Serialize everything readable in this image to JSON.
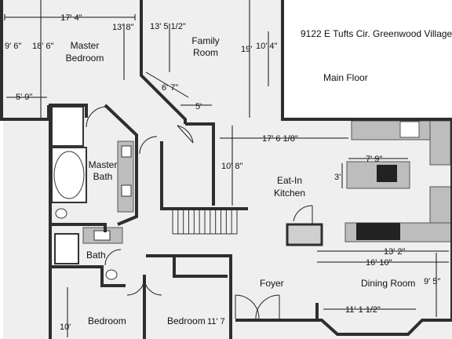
{
  "header": {
    "address": "9122 E Tufts Cir. Greenwood Village",
    "level": "Main Floor"
  },
  "rooms": {
    "master_bedroom": [
      "Master",
      "Bedroom"
    ],
    "family_room": [
      "Family",
      "Room"
    ],
    "master_bath": [
      "Master",
      "Bath"
    ],
    "eat_in_kitchen": [
      "Eat-In",
      "Kitchen"
    ],
    "bath": "Bath",
    "foyer": "Foyer",
    "dining_room": "Dining Room",
    "bedroom_1": "Bedroom",
    "bedroom_2": "Bedroom"
  },
  "dimensions": {
    "master_width": "17' 4\"",
    "master_height_a": "9' 6\"",
    "master_height_b": "18' 6\"",
    "master_closet": "13' 8\"",
    "master_lower": "5' 9\"",
    "family_width": "13' 5 1/2\"",
    "family_height_a": "19'",
    "family_height_b": "10' 4\"",
    "family_diag": "6' 7\"",
    "family_small": "5'",
    "kitchen_width": "17' 6 1/8\"",
    "kitchen_height": "10' 8\"",
    "island_width": "7' 9\"",
    "island_depth": "3'",
    "dining_a": "13' 2\"",
    "dining_b": "16' 10\"",
    "dining_height": "9' 5\"",
    "dining_bay": "11' 1 1/2\"",
    "bedroom_height": "10'",
    "bedroom2_width": "11' 7"
  }
}
